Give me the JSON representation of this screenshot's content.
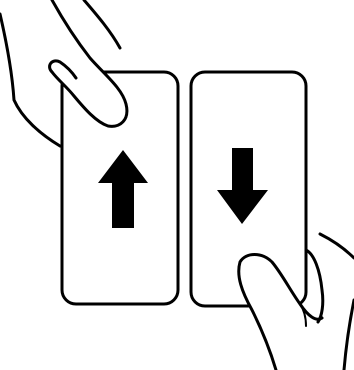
{
  "diagram": {
    "description_items": [
      {
        "name": "left-card",
        "role": "card",
        "arrow": "up"
      },
      {
        "name": "right-card",
        "role": "card",
        "arrow": "down"
      }
    ],
    "colors": {
      "line": "#000000",
      "fill": "#ffffff",
      "arrow": "#000000"
    }
  }
}
